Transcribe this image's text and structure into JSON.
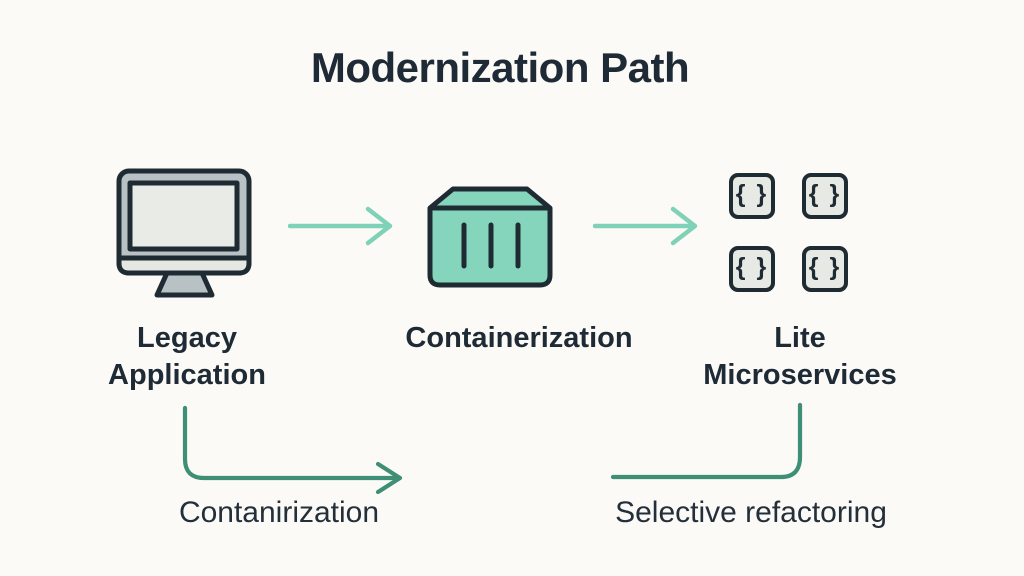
{
  "title": "Modernization Path",
  "stages": [
    {
      "id": "legacy",
      "label": "Legacy Application",
      "icon": "legacy-monitor-icon"
    },
    {
      "id": "containerization",
      "label": "Containerization",
      "icon": "container-box-icon"
    },
    {
      "id": "microservices",
      "label": "Lite Microservices",
      "icon": "microservices-braces-icon",
      "tile_glyph": "{ }"
    }
  ],
  "top_arrows": [
    {
      "from": "Legacy Application",
      "to": "Containerization"
    },
    {
      "from": "Containerization",
      "to": "Lite Microservices"
    }
  ],
  "annotations": [
    {
      "label": "Contanirization",
      "attached_to": "legacy",
      "shape": "curved-arrow-right"
    },
    {
      "label": "Selective refactoring",
      "attached_to": "microservices",
      "shape": "curved-line-left"
    }
  ],
  "colors": {
    "background": "#FCFAF6",
    "text_dark": "#1E2A35",
    "arrow_light_teal": "#7FD2B8",
    "arrow_dark_green": "#3F8E76",
    "container_fill": "#85D5BC",
    "monitor_bezel": "#B8C1C3",
    "monitor_screen": "#E9EBE7",
    "tile_fill": "#E7E9E5",
    "outline_dark": "#1F2B33"
  }
}
